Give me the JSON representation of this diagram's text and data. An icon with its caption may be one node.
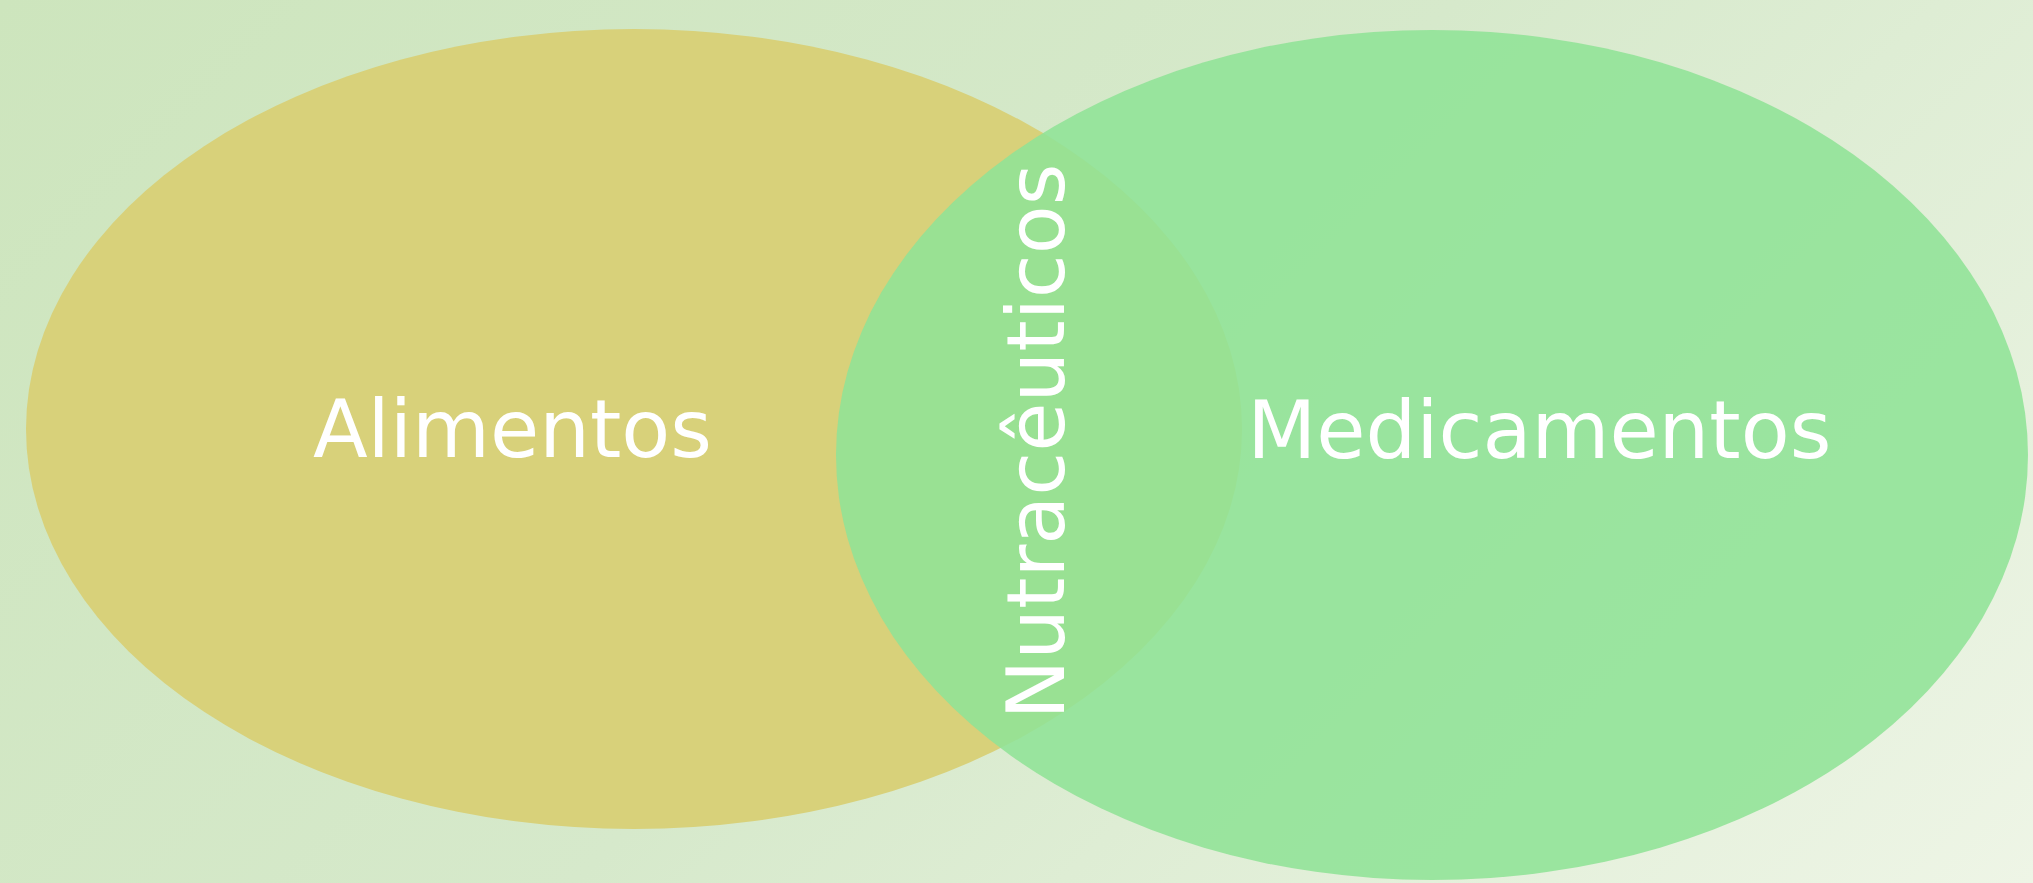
{
  "diagram": {
    "nodes": [
      {
        "text": [
          "Alimentos"
        ]
      },
      {
        "text": [
          "Medicamentos"
        ]
      }
    ],
    "labels": [
      "Nutracêuticos"
    ]
  }
}
